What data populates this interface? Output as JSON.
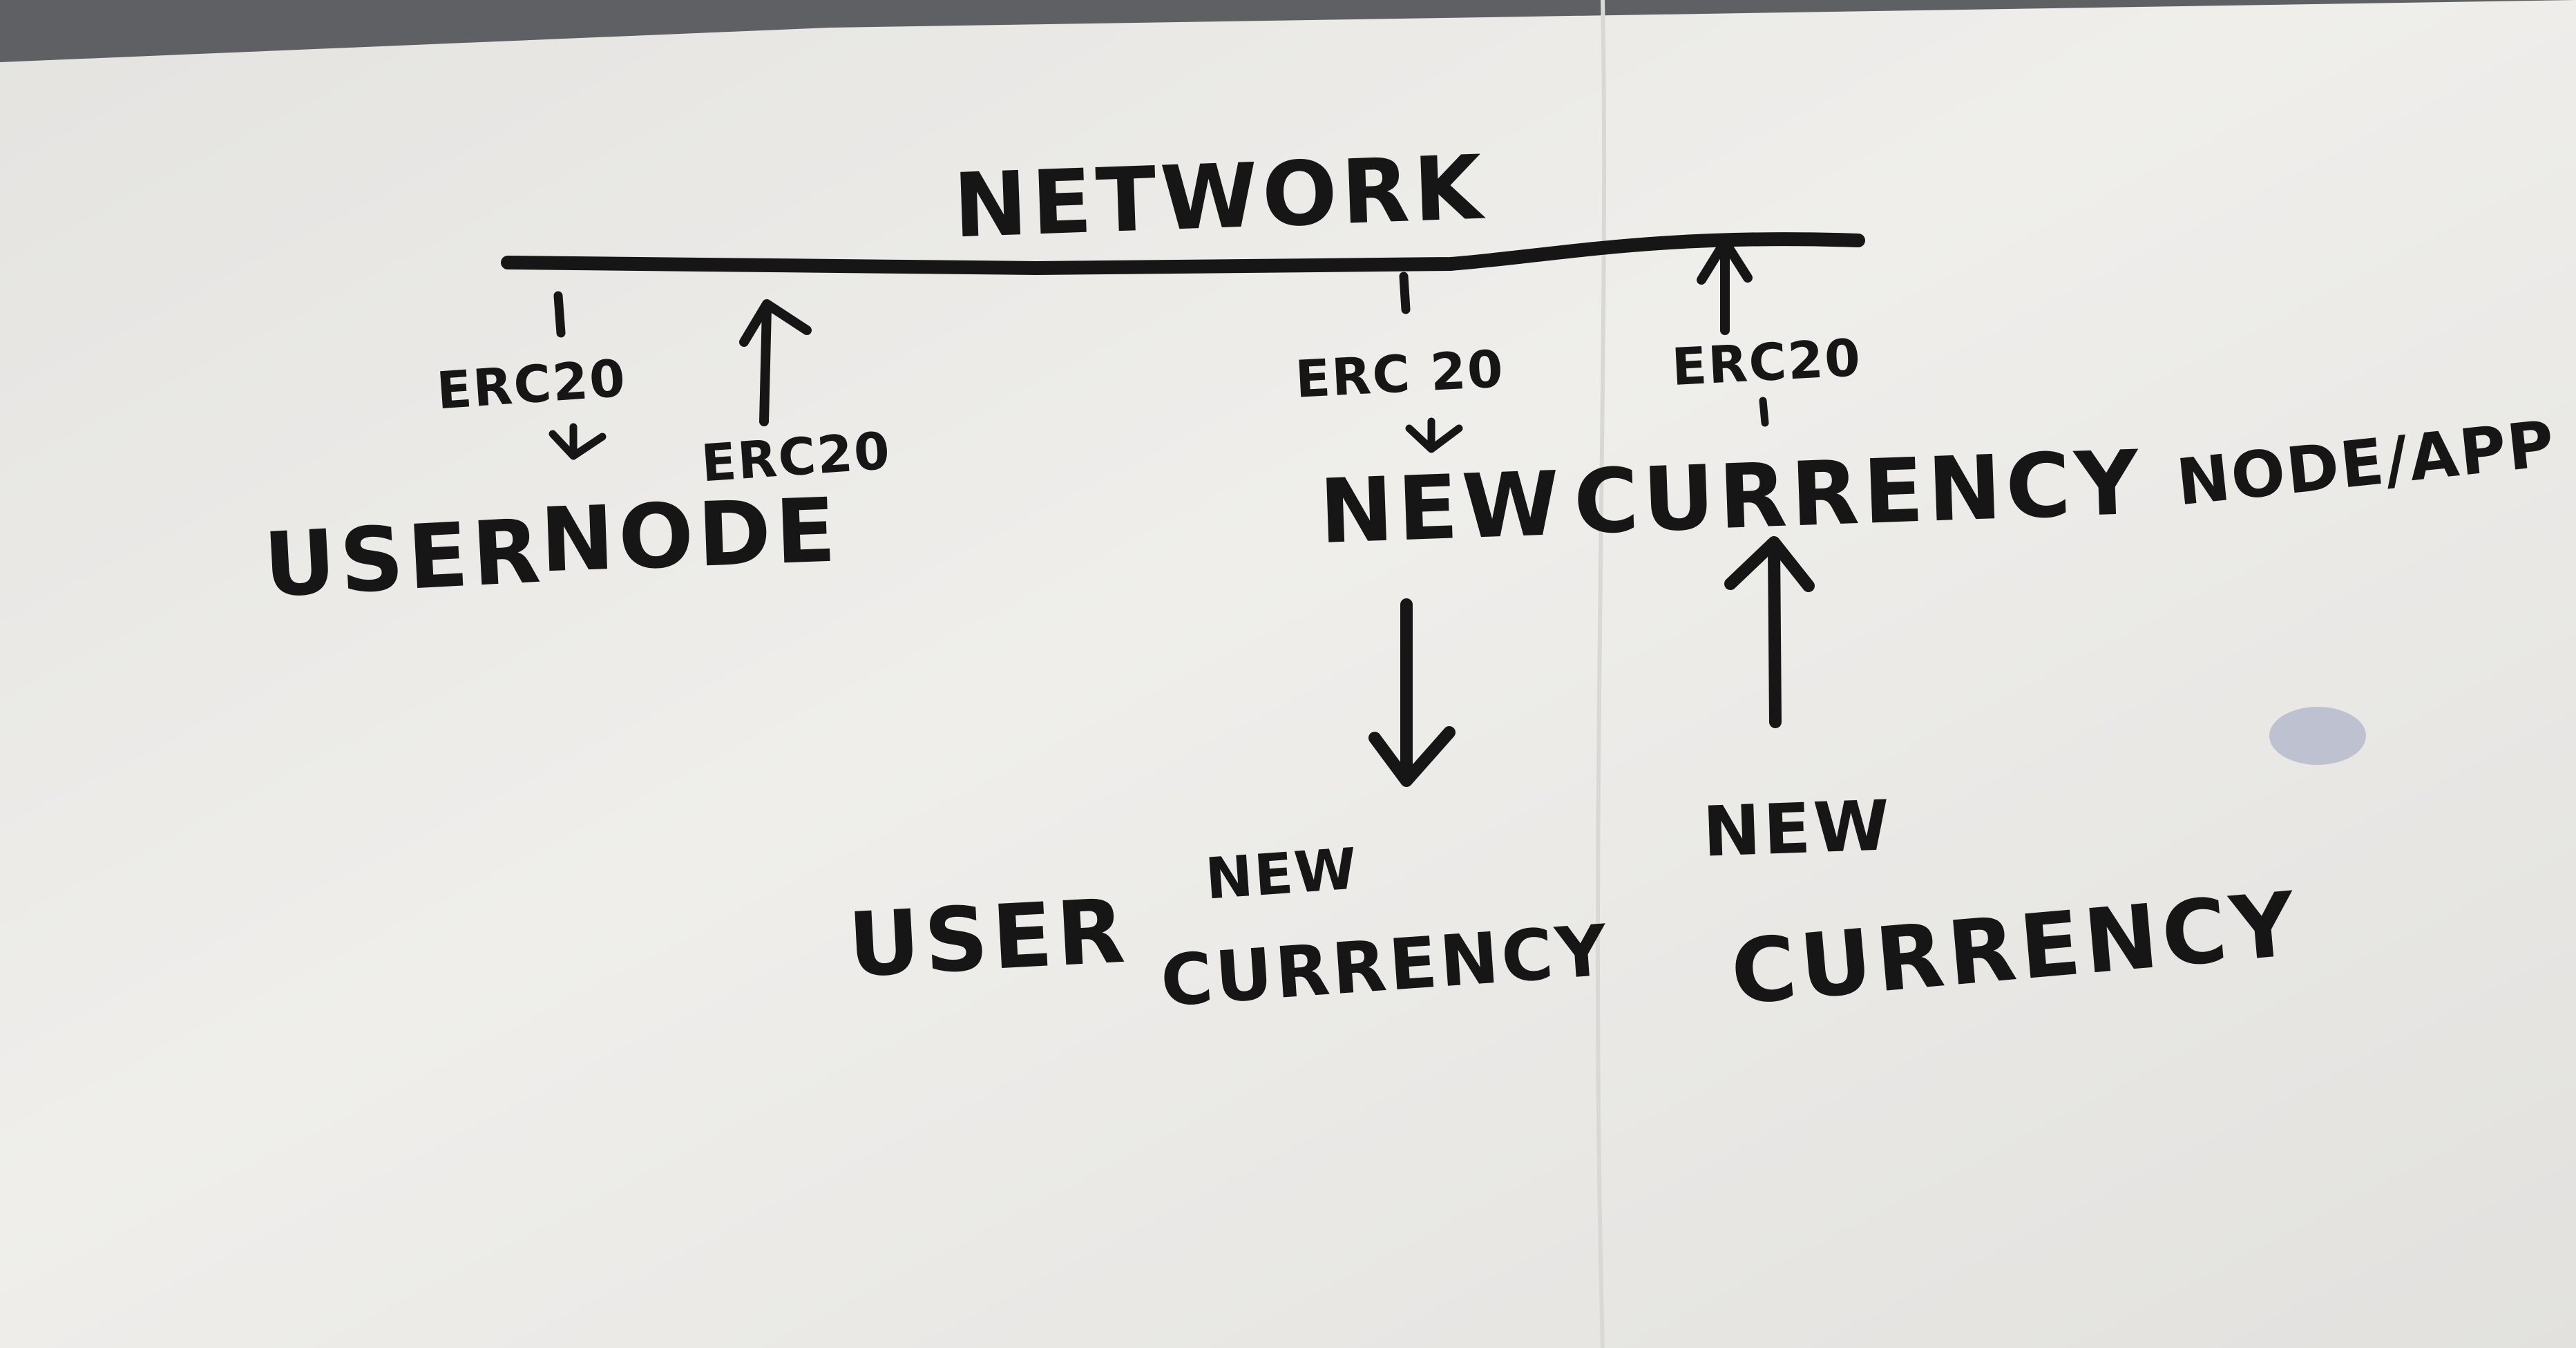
{
  "diagram": {
    "title": "NETWORK",
    "left_branch": {
      "down_label": "ERC20",
      "up_label": "ERC20",
      "node_user": "USER",
      "node_node": "NODE"
    },
    "right_branch": {
      "down_label": "ERC 20",
      "up_label": "ERC20",
      "node_new": "NEW",
      "node_currency": "CURRENCY",
      "node_app": "NODE/APP"
    },
    "bottom_left": {
      "user": "USER",
      "new": "NEW",
      "currency": "CURRENCY"
    },
    "bottom_right": {
      "new": "NEW",
      "currency": "CURRENCY"
    }
  },
  "colors": {
    "paper": "#ecebe8",
    "ink": "#161616",
    "background": "#5e6063",
    "smudge": "#9aa2c0"
  }
}
